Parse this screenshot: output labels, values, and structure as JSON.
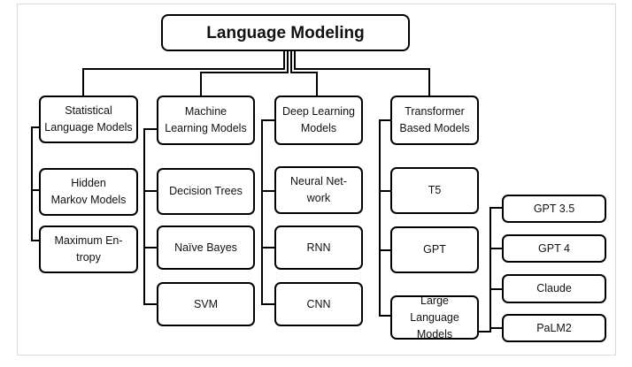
{
  "title": "Language Modeling",
  "categories": [
    {
      "label": "Statistical\nLanguage Models",
      "children": [
        "Hidden\nMarkov Models",
        "Maximum En-\ntropy"
      ]
    },
    {
      "label": "Machine\nLearning Models",
      "children": [
        "Decision Trees",
        "Naïve Bayes",
        "SVM"
      ]
    },
    {
      "label": "Deep Learning\nModels",
      "children": [
        "Neural Net-\nwork",
        "RNN",
        "CNN"
      ]
    },
    {
      "label": "Transformer\nBased Models",
      "children": [
        "T5",
        "GPT",
        "Large Language\nModels"
      ]
    }
  ],
  "llm_examples": [
    "GPT 3.5",
    "GPT 4",
    "Claude",
    "PaLM2"
  ],
  "colors": {
    "line": "#000000",
    "box_border": "#000000",
    "frame": "#d9d9d9"
  }
}
